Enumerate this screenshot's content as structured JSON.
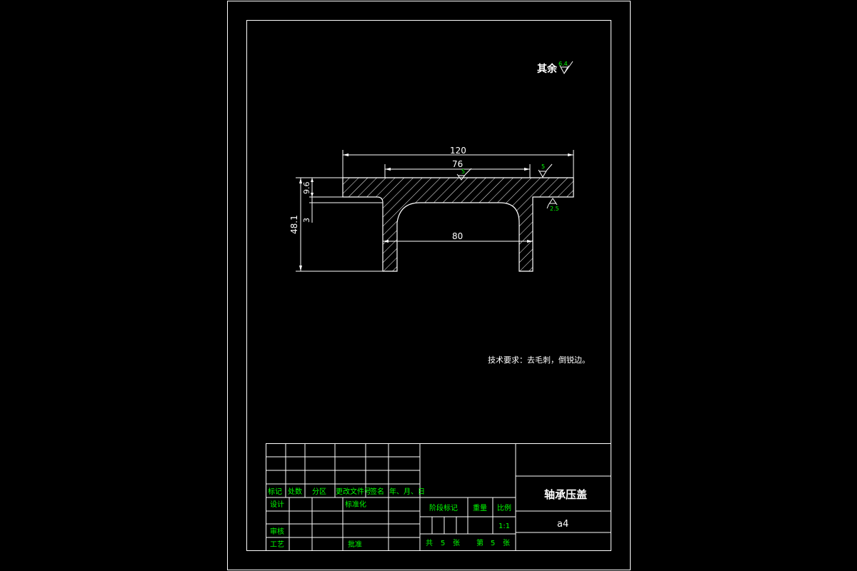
{
  "surface_finish_note": {
    "label": "其余",
    "value": "6.4"
  },
  "dimensions": {
    "overall_width": "120",
    "top_inner_width": "76",
    "inner_width": "80",
    "total_height": "48.1",
    "flange_thickness": "9.6",
    "step_height": "3"
  },
  "roughness": {
    "top_inner": "5",
    "right_top": "5",
    "right_bottom": "2.5"
  },
  "technical_requirements": "技术要求：去毛刺，倒锐边。",
  "title_block": {
    "revision_headers": [
      "标记",
      "处数",
      "分区",
      "更改文件号",
      "签名",
      "年、月、日"
    ],
    "design": "设计",
    "standardization": "标准化",
    "review": "审核",
    "process": "工艺",
    "approve": "批准",
    "stage_mark": "阶段标记",
    "weight": "重量",
    "scale_label": "比例",
    "scale_value": "1:1",
    "total_label": "共",
    "total_count": "5",
    "sheet_unit": "张",
    "sheet_label": "第",
    "sheet_number": "5",
    "sheet_unit2": "张",
    "part_name": "轴承压盖",
    "material": "a4"
  }
}
